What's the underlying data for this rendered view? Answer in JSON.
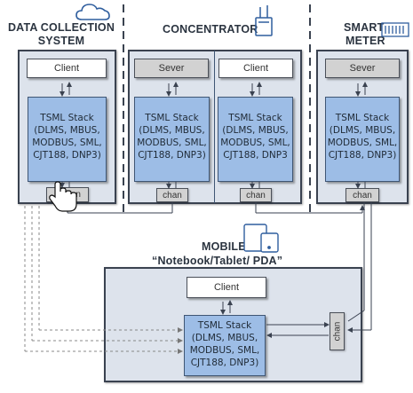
{
  "headers": {
    "data_collection": [
      "DATA COLLECTION",
      "SYSTEM"
    ],
    "concentrator": "CONCENTRATOR",
    "smart_meter": [
      "SMART",
      "METER"
    ],
    "mobile": "MOBILE",
    "mobile_sub": "“Notebook/Tablet/ PDA”"
  },
  "labels": {
    "client": "Client",
    "server": "Sever",
    "chan": "chan"
  },
  "stack_lines": [
    "TSML Stack",
    "(DLMS, MBUS,",
    "MODBUS, SML,",
    "CJT188, DNP3)"
  ],
  "stack_lines_truncated": [
    "TSML Stack",
    "(DLMS, MBUS,",
    "MODBUS, SML,",
    "CJT188, DNP3"
  ],
  "icons": [
    "cloud-icon",
    "concentrator-icon",
    "meter-icon",
    "tablet-icon",
    "hand-cursor-icon"
  ],
  "colors": {
    "panel": "#dde3ec",
    "stack": "#9dbde6",
    "grey_box": "#d2d2d2",
    "border": "#3a4250"
  }
}
